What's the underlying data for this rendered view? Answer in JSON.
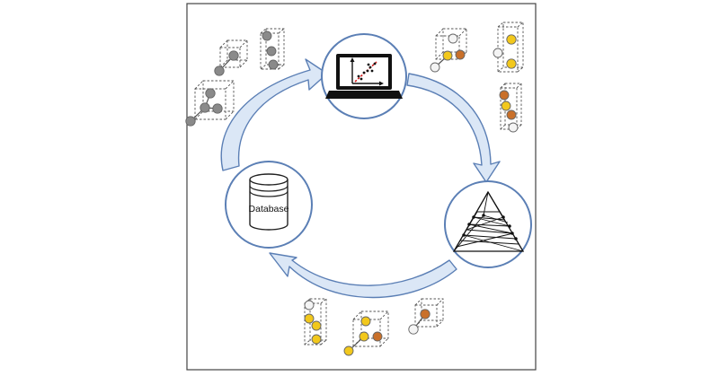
{
  "nodes": {
    "database": {
      "label": "Database",
      "icon": "database-icon"
    },
    "analysis": {
      "icon": "laptop-scatter-plot-icon"
    },
    "phase_diagram": {
      "icon": "triangulated-ternary-phase-diagram-icon"
    }
  },
  "colors": {
    "frame": "#444444",
    "cycle_stroke": "#5b7fb5",
    "arrow_fill": "#dbe7f6",
    "atom_gray": "#8a8a8a",
    "atom_gold": "#f2c81c",
    "atom_orange": "#c9702a",
    "atom_empty": "#f4f4f4"
  },
  "arrows": [
    {
      "from": "database",
      "to": "analysis"
    },
    {
      "from": "analysis",
      "to": "phase_diagram"
    },
    {
      "from": "phase_diagram",
      "to": "database"
    }
  ]
}
